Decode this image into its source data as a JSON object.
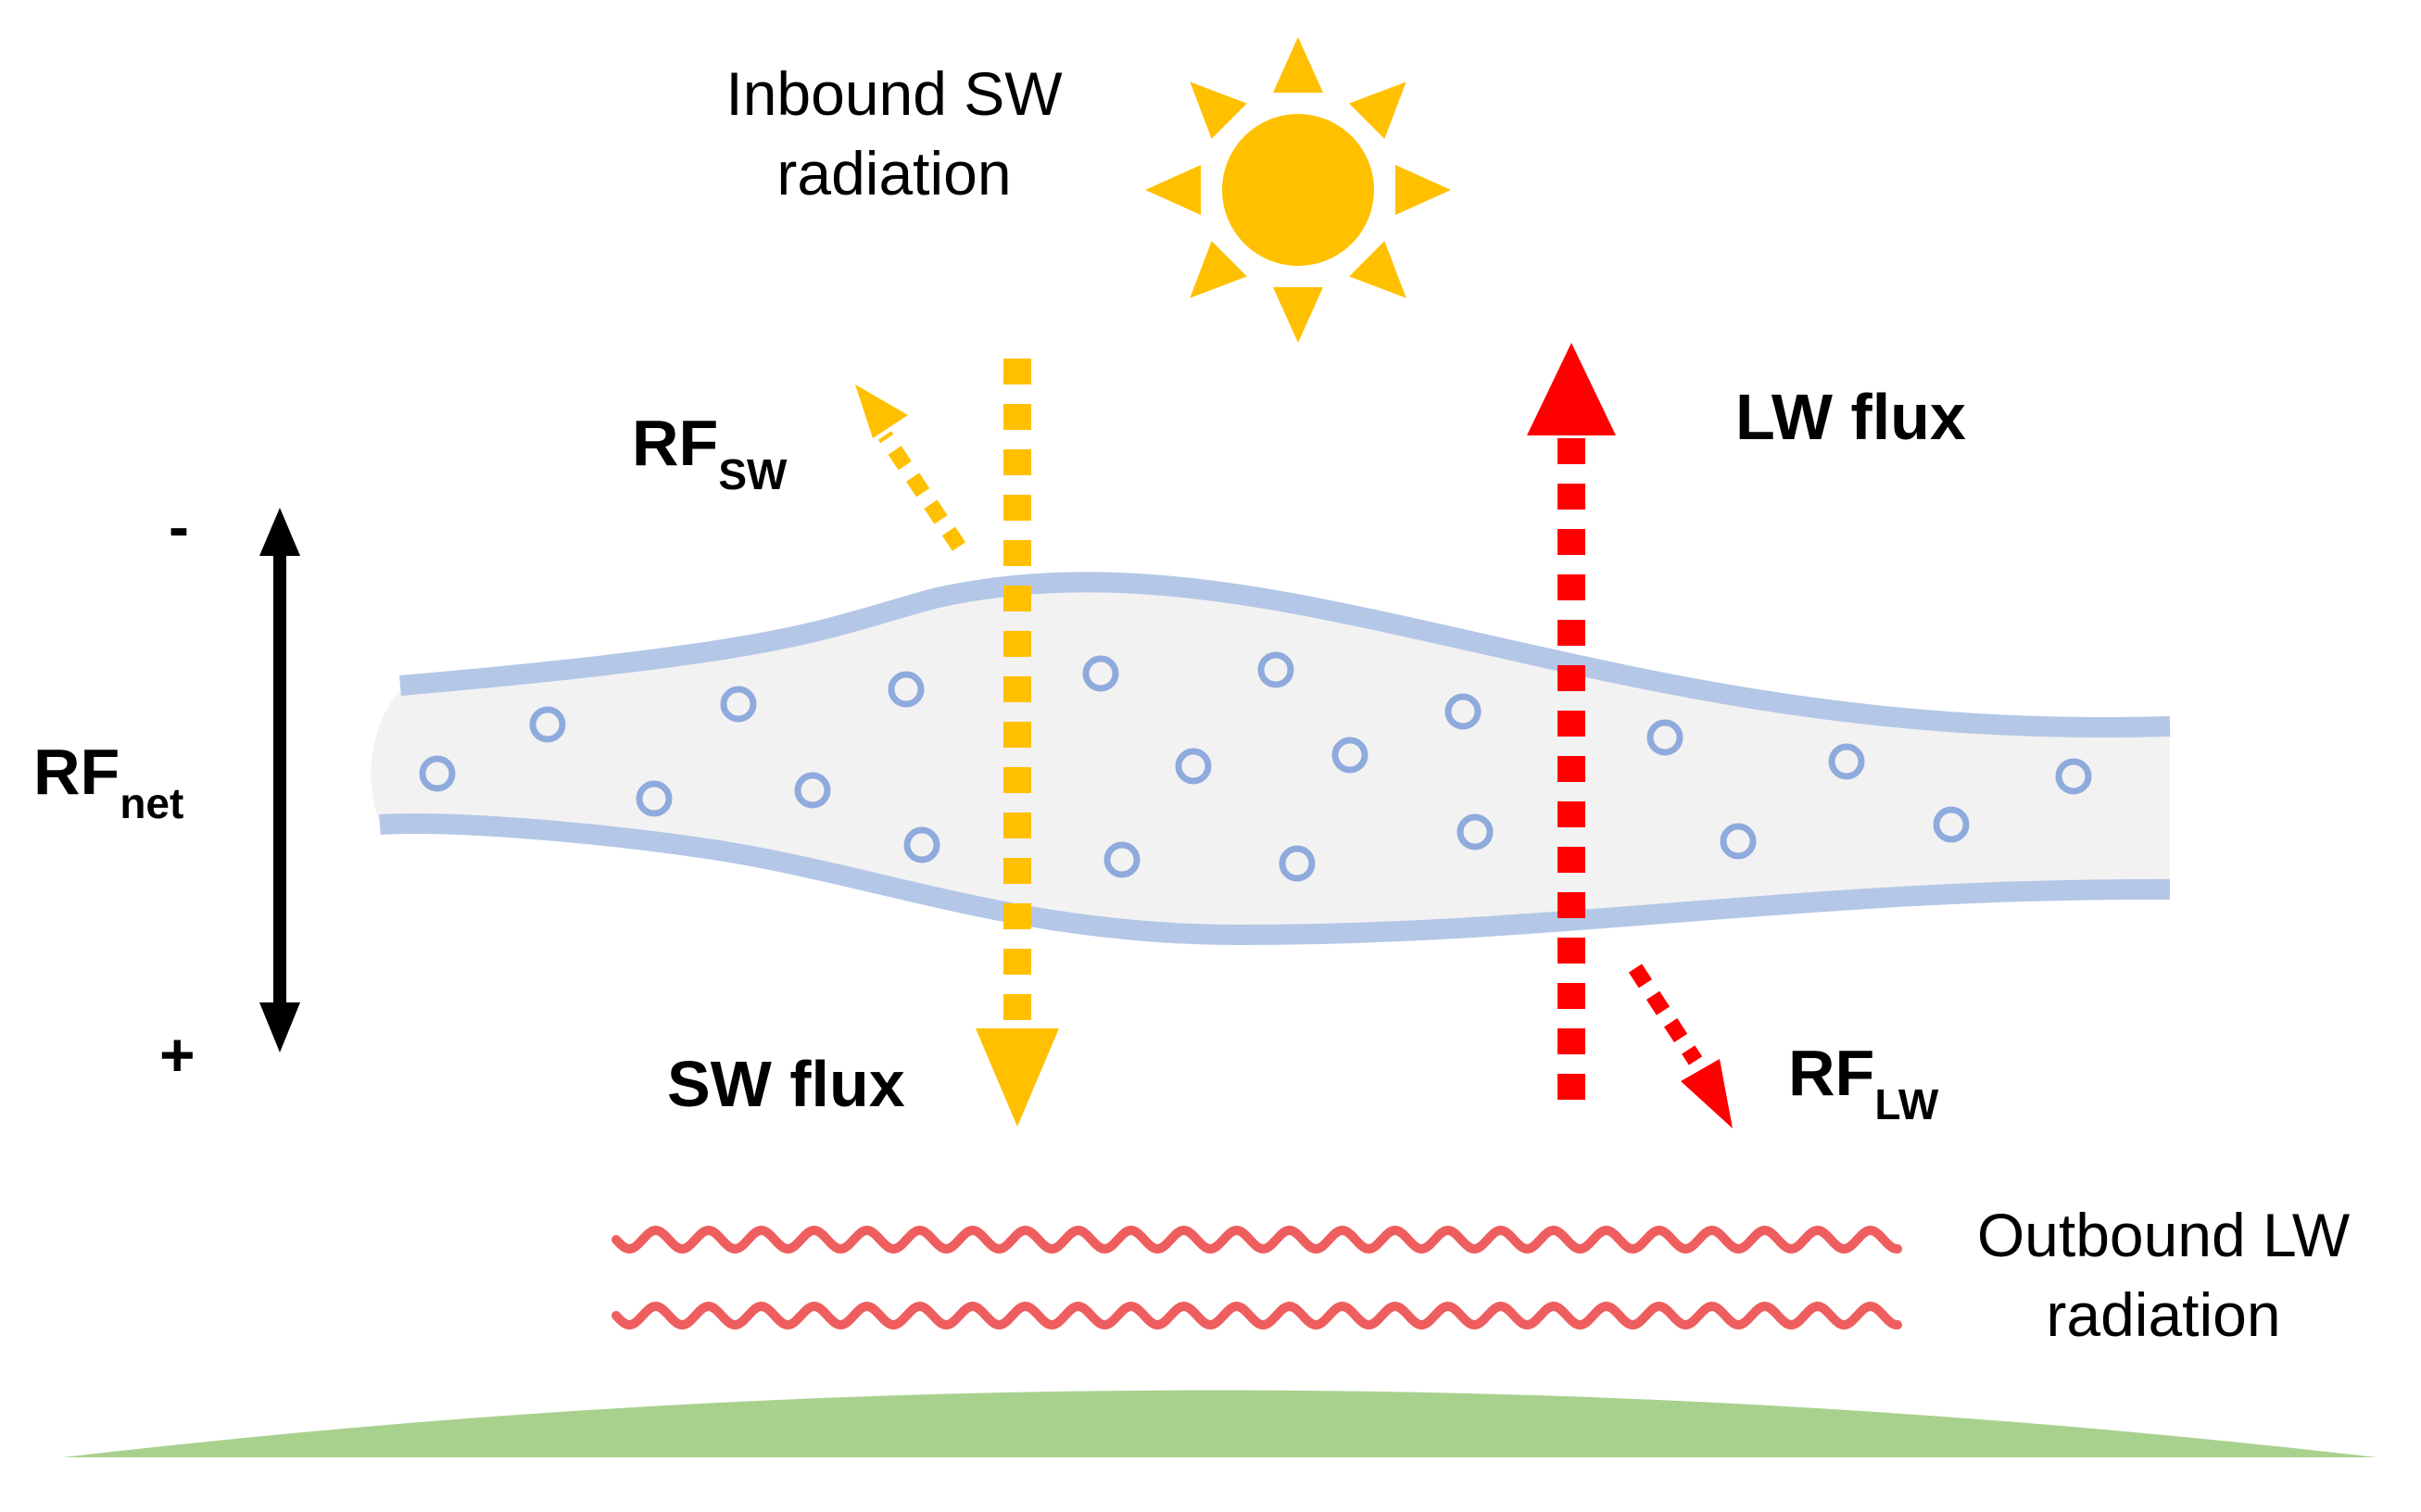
{
  "labels": {
    "inbound_sw": [
      "Inbound SW",
      "radiation"
    ],
    "outbound_lw": [
      "Outbound LW",
      "radiation"
    ],
    "rf_sw": {
      "main": "RF",
      "sub": "SW"
    },
    "rf_lw": {
      "main": "RF",
      "sub": "LW"
    },
    "rf_net": {
      "main": "RF",
      "sub": "net"
    },
    "lw_flux": "LW flux",
    "sw_flux": "SW flux",
    "minus": "-",
    "plus": "+"
  },
  "colors": {
    "sun": "#FFC000",
    "sw_arrow": "#FFC000",
    "lw_arrow": "#FF0000",
    "cloud_fill": "#F2F2F2",
    "cloud_edge": "#B4C7E7",
    "droplet": "#8FAADC",
    "wave": "#EE5E5E",
    "ground": "#A9D18E",
    "axis_arrow": "#000000"
  },
  "icons": {
    "sun": "sun-icon",
    "droplets": "cloud-droplet-icon",
    "waves": "wavy-line-icon"
  }
}
